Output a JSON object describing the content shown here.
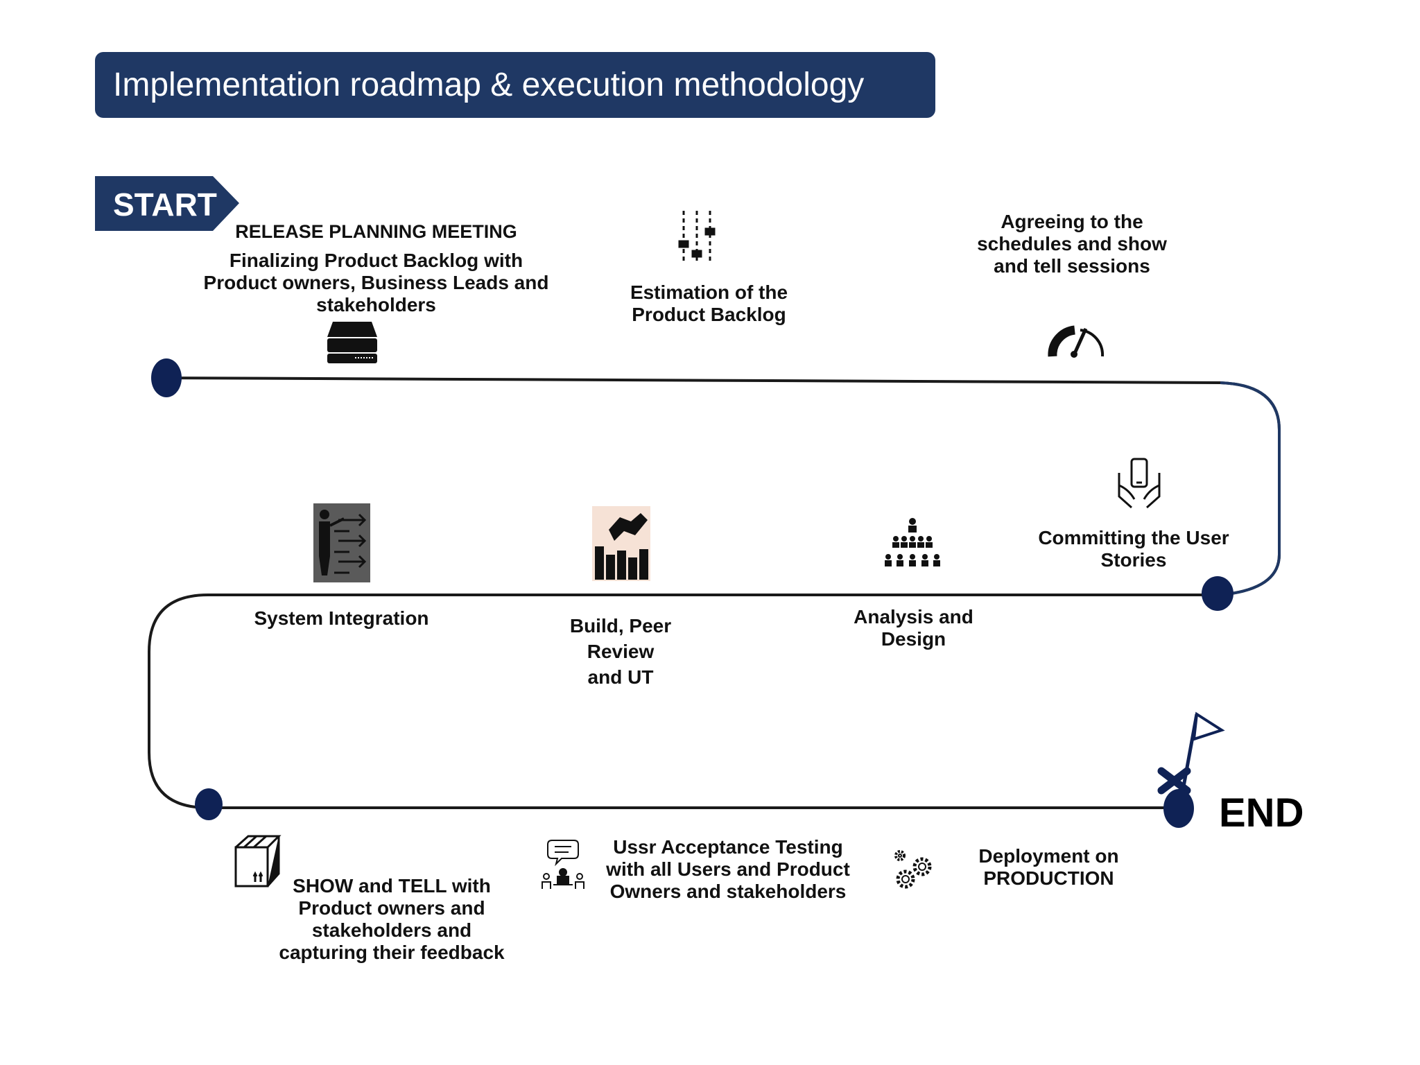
{
  "title": "Implementation roadmap & execution methodology",
  "start_label": "START",
  "end_label": "END",
  "colors": {
    "navy": "#1f3864",
    "dot": "#0f2255",
    "line": "#000000"
  },
  "steps": [
    {
      "heading": "RELEASE PLANNING MEETING",
      "text": "Finalizing Product Backlog with\nProduct owners, Business Leads and\nstakeholders",
      "icon": "server-icon"
    },
    {
      "text": "Estimation of the\nProduct Backlog",
      "icon": "sliders-icon"
    },
    {
      "text": "Agreeing to the\nschedules and show\nand tell sessions",
      "icon": "gauge-icon"
    },
    {
      "text": "Committing the User\nStories",
      "icon": "hands-phone-icon"
    },
    {
      "text": "Analysis and\nDesign",
      "icon": "hierarchy-people-icon"
    },
    {
      "text": "Build, Peer\nReview\nand UT",
      "icon": "handshake-chart-icon"
    },
    {
      "text": "System Integration",
      "icon": "presenter-icon"
    },
    {
      "text": "SHOW and TELL with\nProduct owners and\nstakeholders and\ncapturing their feedback",
      "icon": "box-icon"
    },
    {
      "text": "Ussr Acceptance Testing\nwith all Users and Product\nOwners and stakeholders",
      "icon": "meeting-icon"
    },
    {
      "text": "Deployment on\nPRODUCTION",
      "icon": "gears-icon"
    }
  ]
}
